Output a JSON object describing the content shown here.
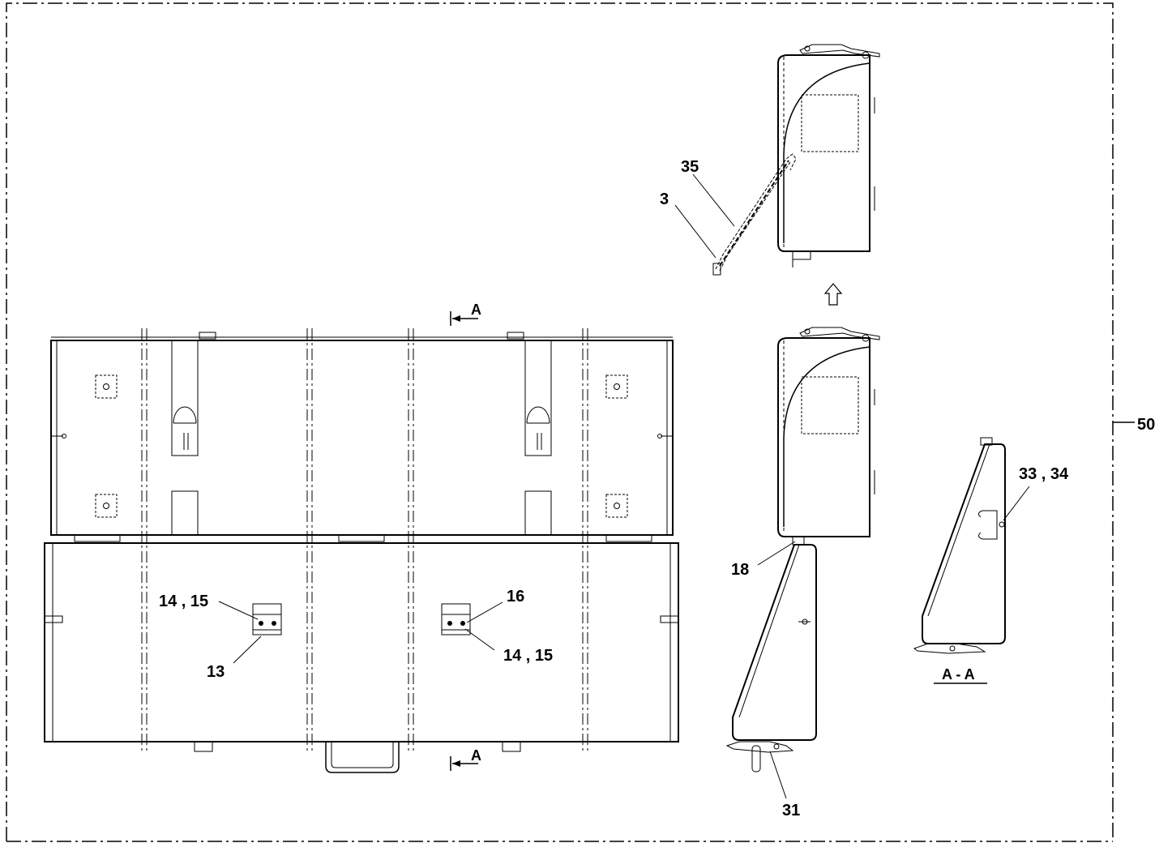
{
  "drawing": {
    "callouts": {
      "c3": "3",
      "c35": "35",
      "c14_15_left": "14 , 15",
      "c13": "13",
      "c16": "16",
      "c14_15_right": "14 , 15",
      "c18": "18",
      "c31": "31",
      "c33_34": "33 , 34",
      "c50": "50"
    },
    "section": {
      "marker_top": "A",
      "marker_bottom": "A",
      "view_label": "A - A"
    },
    "colors": {
      "line": "#000000",
      "background": "#ffffff"
    }
  }
}
